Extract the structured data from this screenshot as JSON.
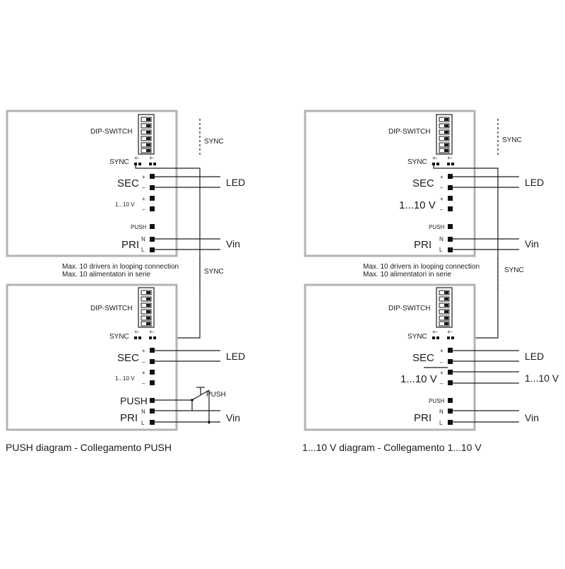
{
  "labels": {
    "dip_switch": "DIP-SWITCH",
    "sync": "SYNC",
    "sync_pins": "+-",
    "sec": "SEC",
    "plus": "+",
    "minus": "–",
    "dim": "1...10 V",
    "push": "PUSH",
    "pri": "PRI",
    "n": "N",
    "l": "L",
    "led": "LED",
    "vin": "Vin",
    "dim_out": "1...10 V",
    "push_switch": "PUSH"
  },
  "notes": {
    "line1": "Max. 10 drivers in looping connection",
    "line2": "Max. 10 alimentatori in serie"
  },
  "captions": {
    "left": "PUSH diagram - Collegamento PUSH",
    "right": "1...10 V diagram - Collegamento 1...10 V"
  }
}
